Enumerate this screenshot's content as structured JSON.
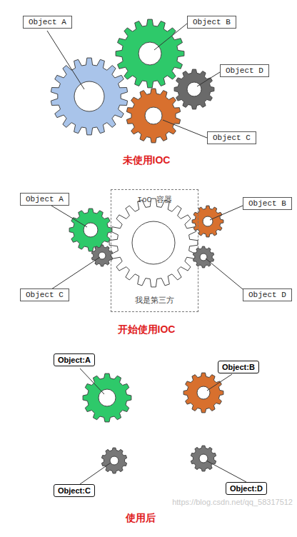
{
  "diagram": {
    "nodes": [
      {
        "text": [
          "Object A"
        ]
      },
      {
        "text": [
          "Object B"
        ]
      },
      {
        "text": [
          "Object D"
        ]
      },
      {
        "text": [
          "Object C"
        ]
      },
      {
        "text": [
          "IoC 容器",
          "我是第三方"
        ]
      },
      {
        "text": [
          "Object A"
        ]
      },
      {
        "text": [
          "Object B"
        ]
      },
      {
        "text": [
          "Object C"
        ]
      },
      {
        "text": [
          "Object D"
        ]
      },
      {
        "text": [
          "Object:A"
        ]
      },
      {
        "text": [
          "Object:B"
        ]
      },
      {
        "text": [
          "Object:C"
        ]
      },
      {
        "text": [
          "Object:D"
        ]
      }
    ],
    "labels": [
      "未使用IOC",
      "开始使用IOC",
      "使用后",
      "https://blog.csdn.net/qq_58317512"
    ]
  }
}
